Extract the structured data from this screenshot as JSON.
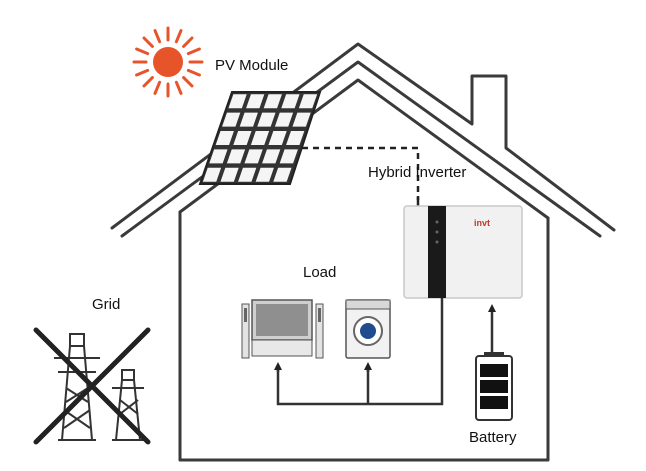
{
  "labels": {
    "pv_module": "PV Module",
    "hybrid_inverter": "Hybrid Inverter",
    "load": "Load",
    "grid": "Grid",
    "battery": "Battery",
    "inverter_brand": "invt"
  },
  "colors": {
    "sun": "#e8542a",
    "line": "#3a3a3a",
    "brand": "#c0392b",
    "panel_cell": "#111111",
    "panel_frame": "#333333",
    "inverter_body": "#f1f1f1",
    "inverter_strip": "#1a1a1a",
    "machine_door": "#1f4b8f"
  },
  "icons": {
    "sun": "sun-icon",
    "pv_panel": "solar-panel-icon",
    "inverter": "hybrid-inverter-icon",
    "tv": "television-icon",
    "washer": "washing-machine-icon",
    "battery": "battery-icon",
    "pylons": "transmission-tower-icon",
    "cross": "crossed-out-icon"
  },
  "grid_status": "disconnected"
}
